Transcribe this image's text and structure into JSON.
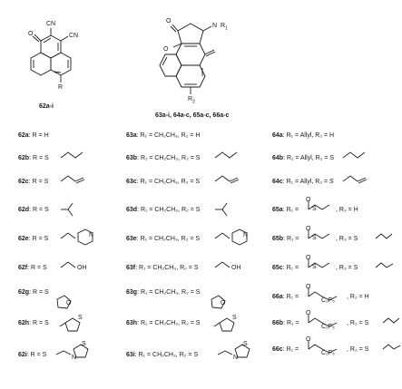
{
  "structures": {
    "left": {
      "id": "62a-i",
      "atoms": {
        "o": "O",
        "cn1": "CN",
        "cn2": "CN",
        "r": "R"
      }
    },
    "right": {
      "id": "63a-i, 64a-c, 65a-c, 66a-c",
      "atoms": {
        "o1": "O",
        "o2": "O",
        "n": "N",
        "r1": "R",
        "r1sub": "1",
        "r2": "R",
        "r2sub": "2"
      }
    }
  },
  "col62": {
    "a": {
      "label": "62a",
      "text": ": R = H"
    },
    "b": {
      "label": "62b",
      "text": ": R = S"
    },
    "c": {
      "label": "62c",
      "text": ": R = S"
    },
    "d": {
      "label": "62d",
      "text": ": R = S"
    },
    "e": {
      "label": "62e",
      "text": ": R = S"
    },
    "f": {
      "label": "62f",
      "text": ": R = S"
    },
    "g": {
      "label": "62g",
      "text": ": R = S"
    },
    "h": {
      "label": "62h",
      "text": ": R = S"
    },
    "i": {
      "label": "62i",
      "text": ": R = S"
    }
  },
  "col63": {
    "a": {
      "label": "63a",
      "text": ": R₁ = CH₂CH₃, R₂ = H"
    },
    "b": {
      "label": "63b",
      "text": ": R₁ = CH₂CH₃, R₂ = S"
    },
    "c": {
      "label": "63c",
      "text": ": R₁ = CH₂CH₃, R₂ = S"
    },
    "d": {
      "label": "63d",
      "text": ": R₁ = CH₂CH₃, R₂ = S"
    },
    "e": {
      "label": "63e",
      "text": ": R₁ = CH₂CH₃, R₂ = S"
    },
    "f": {
      "label": "63f",
      "text": ": R₁ = CH₂CH₃, R₂ = S"
    },
    "g": {
      "label": "63g",
      "text": ": R₁ = CH₂CH₃, R₂ = S"
    },
    "h": {
      "label": "63h",
      "text": ": R₁ = CH₂CH₃, R₂ = S"
    },
    "i": {
      "label": "63i",
      "text": ": R₁ = CH₂CH₃, R₂ = S"
    }
  },
  "col64": {
    "a": {
      "label": "64a",
      "text": ": R₁ = Allyl, R₂ = H"
    },
    "b": {
      "label": "64b",
      "text": ": R₁ = Allyl, R₂ = S"
    },
    "c": {
      "label": "64c",
      "text": ": R₁ = Allyl, R₂ = S"
    }
  },
  "col65": {
    "a": {
      "label": "65a",
      "text": ": R₁ =",
      "tail": ", R₂ = H"
    },
    "b": {
      "label": "65b",
      "text": ": R₁ =",
      "tail": ", R₂ = S"
    },
    "c": {
      "label": "65c",
      "text": ": R₁ =",
      "tail": ", R₂ = S"
    }
  },
  "col66": {
    "a": {
      "label": "66a",
      "text": ": R₁ =",
      "tail": ", R₂ = H"
    },
    "b": {
      "label": "66b",
      "text": ": R₁ =",
      "tail": ", R₂ = S"
    },
    "c": {
      "label": "66c",
      "text": ": R₁ =",
      "tail": ", R₂ = S"
    }
  },
  "atoms": {
    "S": "S",
    "O": "O",
    "N": "N",
    "OH": "OH",
    "C2F5": "C₂F₅"
  }
}
